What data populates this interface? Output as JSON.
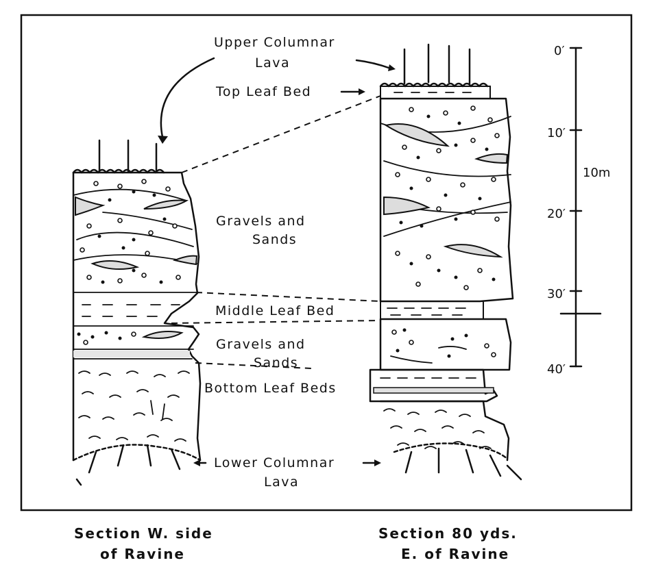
{
  "labels": {
    "upper_columnar_lava_1": "Upper Columnar",
    "upper_columnar_lava_2": "Lava",
    "top_leaf_bed": "Top Leaf Bed",
    "gravels_sands_upper_1": "Gravels and",
    "gravels_sands_upper_2": "Sands",
    "middle_leaf_bed": "Middle Leaf Bed",
    "gravels_sands_lower_1": "Gravels and",
    "gravels_sands_lower_2": "Sands",
    "bottom_leaf_beds": "Bottom Leaf Beds",
    "lower_columnar_lava_1": "Lower Columnar",
    "lower_columnar_lava_2": "Lava"
  },
  "captions": {
    "left_1": "Section W. side",
    "left_2": "of Ravine",
    "right_1": "Section 80 yds.",
    "right_2": "E. of Ravine"
  },
  "scale": {
    "ticks": [
      "0′",
      "10′",
      "20′",
      "30′",
      "40′"
    ],
    "metric": "10m"
  }
}
